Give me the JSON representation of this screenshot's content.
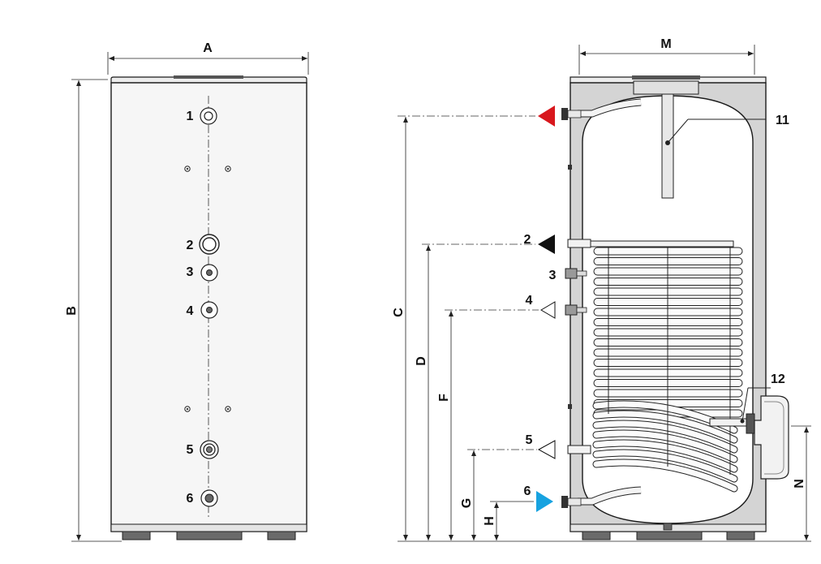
{
  "colors": {
    "outline": "#1a1a1a",
    "insulation": "#d4d4d4",
    "shell": "#f6f6f6",
    "coil": "#fbfbfb",
    "hot_marker": "#d8171d",
    "cold_marker": "#17a2e0",
    "black_marker": "#111111"
  },
  "front_view": {
    "dimensions": {
      "width": "A",
      "height": "B"
    },
    "connections": [
      "1",
      "2",
      "3",
      "4",
      "5",
      "6"
    ]
  },
  "section_view": {
    "dimensions": {
      "width": "M",
      "c": "C",
      "d": "D",
      "f": "F",
      "g": "G",
      "h": "H",
      "n": "N"
    },
    "connections": [
      "2",
      "3",
      "4",
      "5",
      "6"
    ],
    "parts": [
      "11",
      "12"
    ]
  }
}
